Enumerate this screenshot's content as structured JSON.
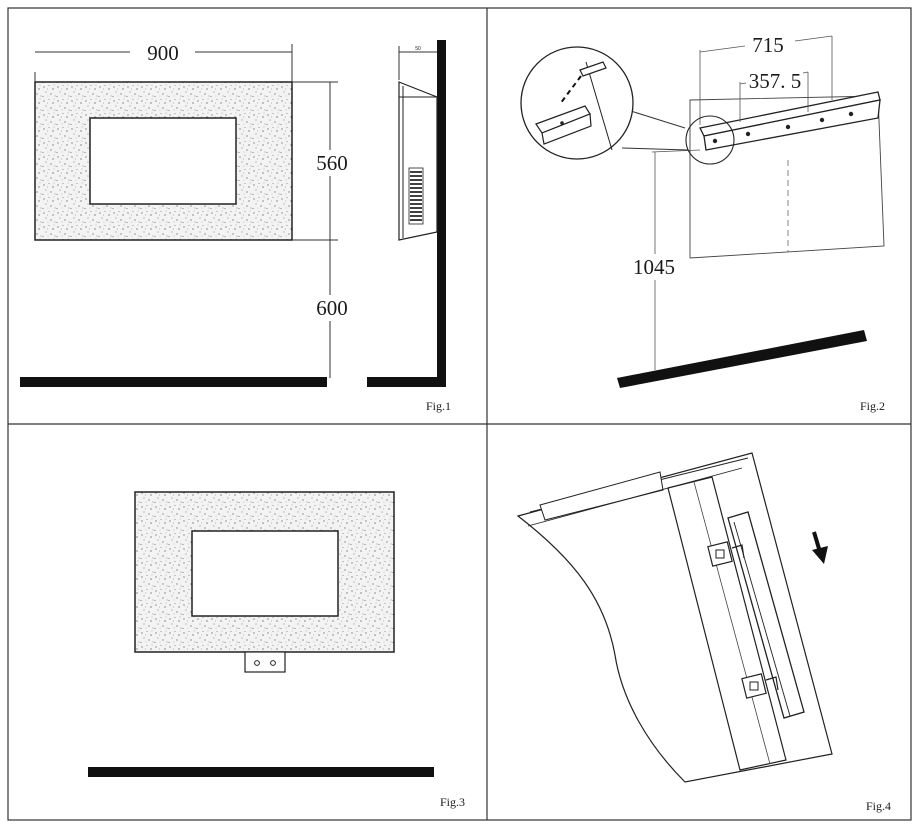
{
  "fig1": {
    "caption": "Fig.1",
    "width_label": "900",
    "height_label": "560",
    "floor_gap_label": "600",
    "side_label": "50"
  },
  "fig2": {
    "caption": "Fig.2",
    "span_label": "715",
    "half_span_label": "357. 5",
    "height_label": "1045"
  },
  "fig3": {
    "caption": "Fig.3"
  },
  "fig4": {
    "caption": "Fig.4"
  }
}
